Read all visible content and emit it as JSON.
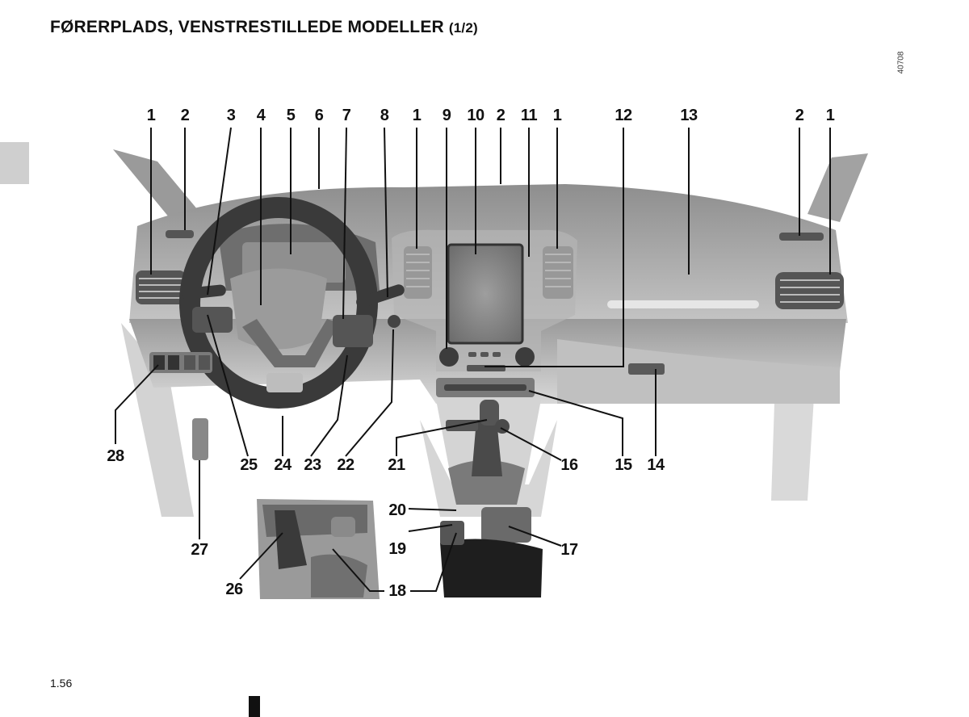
{
  "header": {
    "title": "FØRERPLADS, VENSTRESTILLEDE MODELLER",
    "part": "(1/2)"
  },
  "figure_code": "40708",
  "page_number": "1.56",
  "callouts_top": [
    "1",
    "2",
    "3",
    "4",
    "5",
    "6",
    "7",
    "8",
    "1",
    "9",
    "10",
    "2",
    "11",
    "1",
    "12",
    "13",
    "2",
    "1"
  ],
  "callouts_bottom": [
    "28",
    "25",
    "24",
    "23",
    "22",
    "21",
    "16",
    "15",
    "14",
    "27",
    "20",
    "19",
    "17",
    "26",
    "18"
  ]
}
